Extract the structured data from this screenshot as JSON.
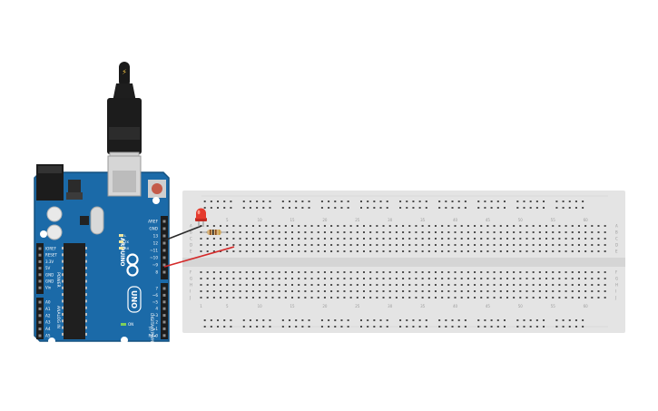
{
  "arduino": {
    "brand_text": "ARDUINO",
    "model_text": "UNO",
    "header_top": [
      "AREF",
      "GND",
      "13",
      "12",
      "~11",
      "~10",
      "~9",
      "8"
    ],
    "header_mid": [
      "7",
      "~6",
      "~5",
      "4",
      "~3",
      "2",
      "TX▸1",
      "RX◂0"
    ],
    "digital_label": "DIGITAL (PWM~)",
    "power_pins": [
      "IOREF",
      "RESET",
      "3.3V",
      "5V",
      "GND",
      "GND",
      "Vin"
    ],
    "power_label": "POWER",
    "analog_pins": [
      "A0",
      "A1",
      "A2",
      "A3",
      "A4",
      "A5"
    ],
    "analog_label": "ANALOG IN",
    "led_labels": [
      "L",
      "TX",
      "RX"
    ],
    "on_label": "ON"
  },
  "breadboard": {
    "col_numbers": [
      "1",
      "5",
      "10",
      "15",
      "20",
      "25",
      "30",
      "35",
      "40",
      "45",
      "50",
      "55",
      "60"
    ],
    "rows_top": [
      "A",
      "B",
      "C",
      "D",
      "E"
    ],
    "rows_bottom": [
      "F",
      "G",
      "H",
      "I",
      "J"
    ]
  },
  "colors": {
    "board": "#1b6aa8",
    "board_dark": "#14517f",
    "breadboard": "#e4e4e4",
    "hole": "#4a4a4a",
    "wire_black": "#2a2a2a",
    "wire_red": "#d42a2a",
    "led": "#e53b2e"
  }
}
